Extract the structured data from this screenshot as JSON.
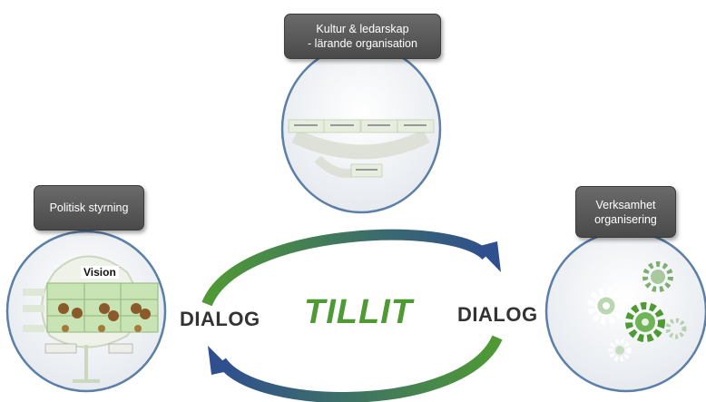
{
  "boxes": {
    "culture": [
      "Kultur & ledarskap",
      "- lärande organisation"
    ],
    "politics": [
      "Politisk styrning"
    ],
    "operations": [
      "Verksamhet",
      "organisering"
    ]
  },
  "center": "TILLIT",
  "dialog_left": "DIALOG",
  "dialog_right": "DIALOG",
  "vision_label": "Vision",
  "colors": {
    "accent": "#4f9a34",
    "arrow": "#2f4f8f",
    "box": "#555555"
  }
}
